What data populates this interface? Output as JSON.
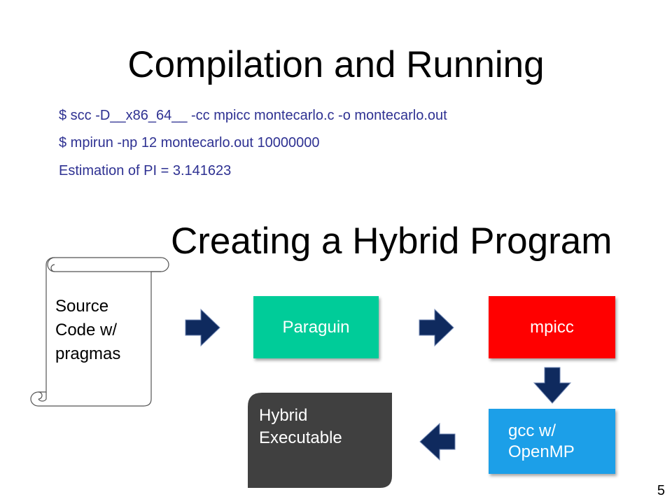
{
  "slide": {
    "title": "Compilation and Running",
    "commands": [
      "$ scc -D__x86_64__ -cc mpicc montecarlo.c -o montecarlo.out",
      "$ mpirun -np 12 montecarlo.out 10000000",
      "Estimation of PI = 3.141623"
    ],
    "subtitle": "Creating a Hybrid Program",
    "page_number": "5"
  },
  "diagram": {
    "source": {
      "lines": [
        "Source",
        "Code w/",
        "pragmas"
      ]
    },
    "paraguin": {
      "label": "Paraguin",
      "color": "#00cc99"
    },
    "mpicc": {
      "label": "mpicc",
      "color": "#ff0000"
    },
    "gcc": {
      "lines": [
        "gcc w/",
        "OpenMP"
      ],
      "color": "#1a9fe8"
    },
    "executable": {
      "lines": [
        "Hybrid",
        "Executable"
      ],
      "color": "#404040"
    },
    "arrow_color": "#0f2a5e"
  }
}
